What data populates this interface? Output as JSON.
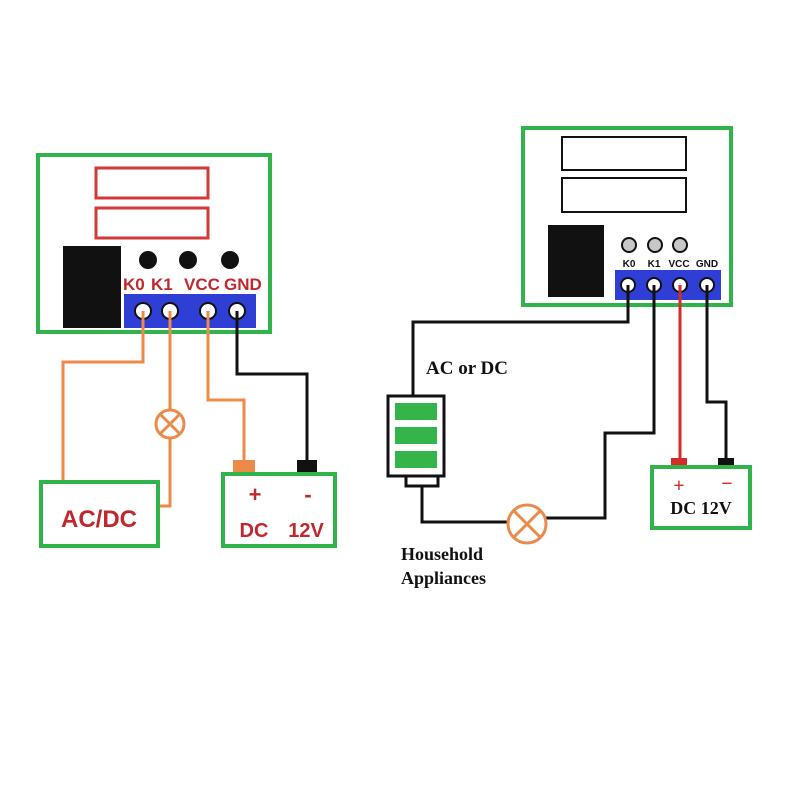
{
  "colors": {
    "board_border": "#2fb34a",
    "terminal_block": "#2f3fd6",
    "wire_orange": "#ec8a4a",
    "wire_black": "#111111",
    "wire_red": "#d42a2a",
    "label_red": "#c0282d",
    "battery_green": "#33b54a"
  },
  "left": {
    "pins": [
      "K0",
      "K1",
      "VCC",
      "GND"
    ],
    "source_label": "AC/DC",
    "supply": {
      "plus": "+",
      "minus": "-",
      "dc": "DC",
      "volts": "12V"
    }
  },
  "right": {
    "pins": [
      "K0",
      "K1",
      "VCC",
      "GND"
    ],
    "source_label": "AC or DC",
    "supply": {
      "plus": "+",
      "minus": "−",
      "label": "DC 12V"
    },
    "load_label_line1": "Household",
    "load_label_line2": "Appliances"
  }
}
